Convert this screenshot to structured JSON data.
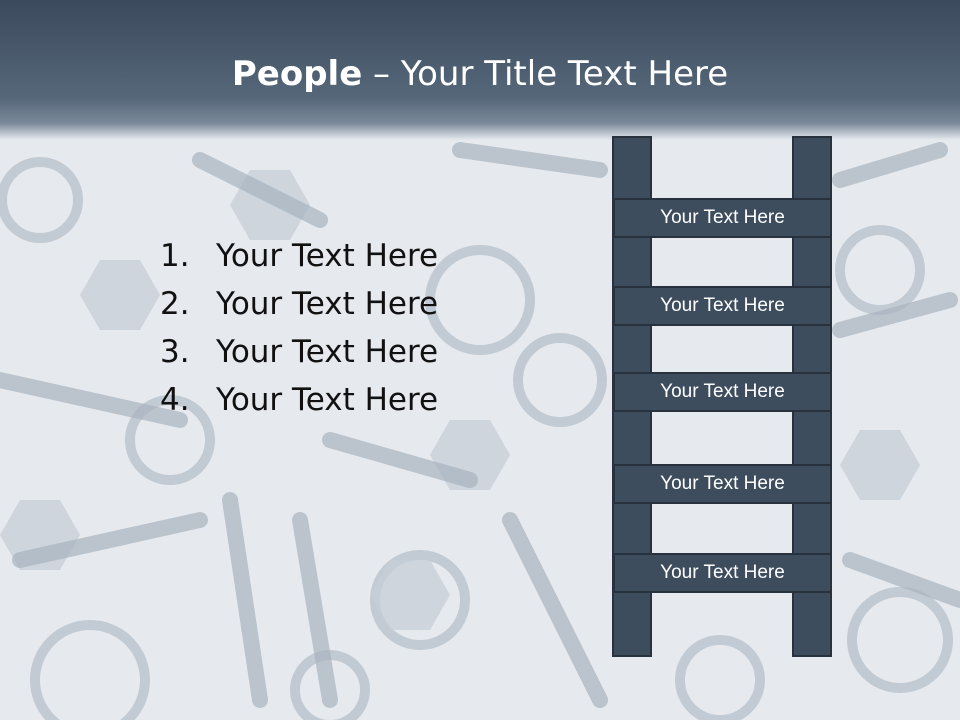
{
  "title": {
    "bold": "People",
    "rest": " – Your Title Text Here"
  },
  "list": [
    {
      "num": "1.",
      "text": "Your Text Here"
    },
    {
      "num": "2.",
      "text": "Your Text Here"
    },
    {
      "num": "3.",
      "text": "Your Text Here"
    },
    {
      "num": "4.",
      "text": "Your Text Here"
    }
  ],
  "ladder": [
    {
      "label": "Your Text Here"
    },
    {
      "label": "Your Text Here"
    },
    {
      "label": "Your Text Here"
    },
    {
      "label": "Your Text Here"
    },
    {
      "label": "Your Text Here"
    }
  ],
  "colors": {
    "title_bar": "#3b4a5c",
    "ladder": "#3e4d5e",
    "background": "#e9edf2"
  }
}
